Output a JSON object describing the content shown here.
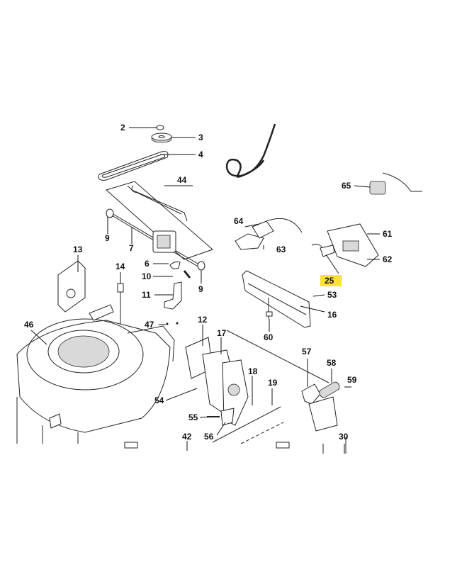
{
  "highlight_color": "#ffe135",
  "callouts": [
    {
      "id": "c2",
      "label": "2"
    },
    {
      "id": "c3",
      "label": "3"
    },
    {
      "id": "c4",
      "label": "4"
    },
    {
      "id": "c44",
      "label": "44"
    },
    {
      "id": "c9a",
      "label": "9"
    },
    {
      "id": "c7",
      "label": "7"
    },
    {
      "id": "c6",
      "label": "6"
    },
    {
      "id": "c10",
      "label": "10"
    },
    {
      "id": "c9b",
      "label": "9"
    },
    {
      "id": "c11",
      "label": "11"
    },
    {
      "id": "c13",
      "label": "13"
    },
    {
      "id": "c14",
      "label": "14"
    },
    {
      "id": "c47",
      "label": "47"
    },
    {
      "id": "c46",
      "label": "46"
    },
    {
      "id": "c12",
      "label": "12"
    },
    {
      "id": "c17",
      "label": "17"
    },
    {
      "id": "c54",
      "label": "54"
    },
    {
      "id": "c55",
      "label": "55"
    },
    {
      "id": "c56",
      "label": "56"
    },
    {
      "id": "c42",
      "label": "42"
    },
    {
      "id": "c18",
      "label": "18"
    },
    {
      "id": "c19",
      "label": "19"
    },
    {
      "id": "c64",
      "label": "64"
    },
    {
      "id": "c63",
      "label": "63"
    },
    {
      "id": "c65",
      "label": "65"
    },
    {
      "id": "c61",
      "label": "61"
    },
    {
      "id": "c62",
      "label": "62"
    },
    {
      "id": "c25",
      "label": "25"
    },
    {
      "id": "c53",
      "label": "53"
    },
    {
      "id": "c16",
      "label": "16"
    },
    {
      "id": "c60",
      "label": "60"
    },
    {
      "id": "c57",
      "label": "57"
    },
    {
      "id": "c58",
      "label": "58"
    },
    {
      "id": "c59",
      "label": "59"
    },
    {
      "id": "c30",
      "label": "30"
    }
  ]
}
